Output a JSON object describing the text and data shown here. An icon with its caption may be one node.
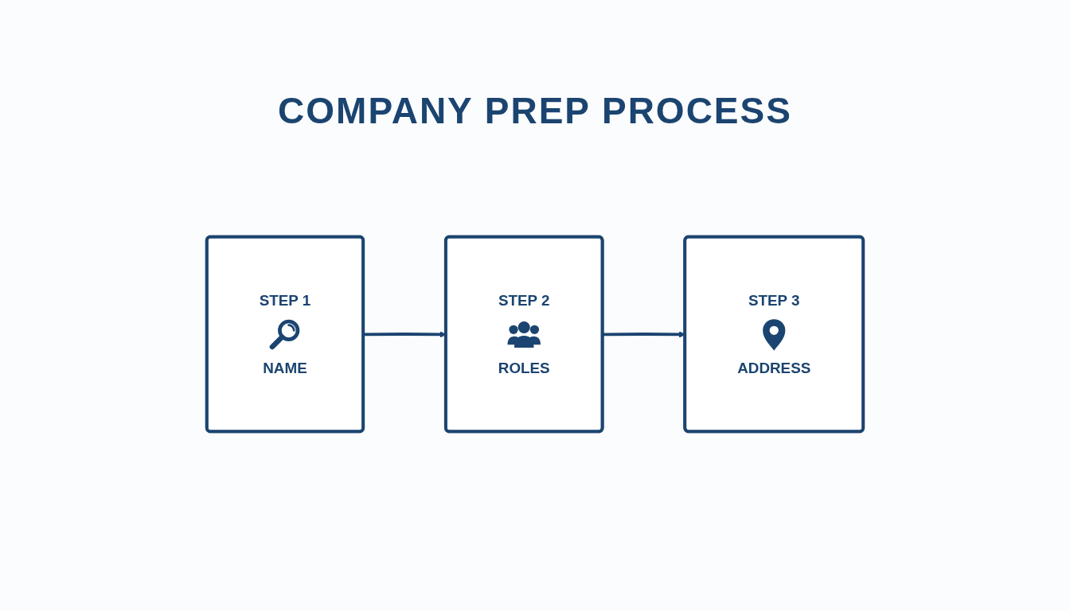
{
  "diagram": {
    "title": "COMPANY PREP PROCESS",
    "nodes": [
      {
        "text": [
          "STEP 1",
          "NAME"
        ]
      },
      {
        "text": [
          "STEP 2",
          "ROLES"
        ]
      },
      {
        "text": [
          "STEP 3",
          "ADDRESS"
        ]
      }
    ],
    "edges": [
      {
        "from": 0,
        "to": 1,
        "arrow": "to"
      },
      {
        "from": 1,
        "to": 2,
        "arrow": "to"
      }
    ]
  }
}
